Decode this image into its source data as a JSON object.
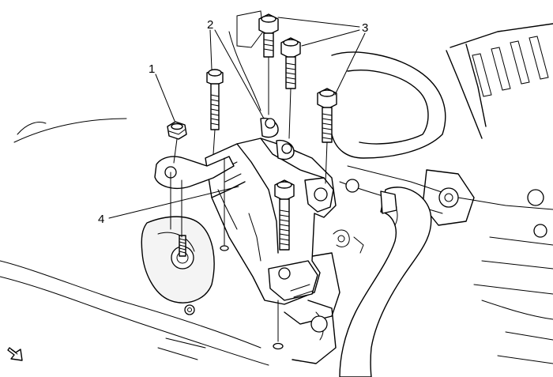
{
  "callouts": [
    {
      "id": "1",
      "label": "1"
    },
    {
      "id": "2",
      "label": "2"
    },
    {
      "id": "3",
      "label": "3"
    },
    {
      "id": "4",
      "label": "4"
    }
  ],
  "icons": {
    "view_direction": "arrow-view-direction-icon"
  },
  "colors": {
    "line": "#000000",
    "background": "#ffffff"
  }
}
